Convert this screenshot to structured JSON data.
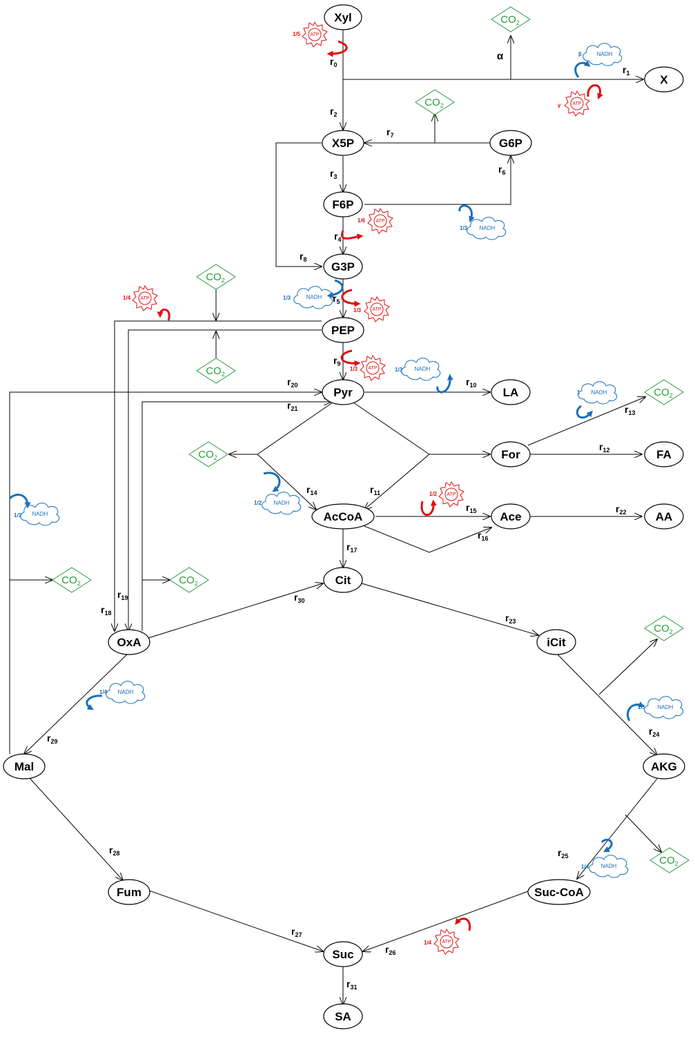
{
  "metabolites": {
    "xyl": "Xyl",
    "x": "X",
    "x5p": "X5P",
    "g6p": "G6P",
    "f6p": "F6P",
    "g3p": "G3P",
    "pep": "PEP",
    "pyr": "Pyr",
    "la": "LA",
    "for": "For",
    "fa": "FA",
    "accoa": "AcCoA",
    "ace": "Ace",
    "aa": "AA",
    "cit": "Cit",
    "icit": "iCit",
    "oxa": "OxA",
    "mal": "Mal",
    "akg": "AKG",
    "fum": "Fum",
    "succoa": "Suc-CoA",
    "suc": "Suc",
    "sa": "SA"
  },
  "co2": {
    "label": "CO",
    "sub": "2"
  },
  "reactions": {
    "r0": "0",
    "r1": "1",
    "r2": "2",
    "r3": "3",
    "r4": "4",
    "r5": "5",
    "r6": "6",
    "r7": "7",
    "r8": "8",
    "r9": "9",
    "r10": "10",
    "r11": "11",
    "r12": "12",
    "r13": "13",
    "r14": "14",
    "r15": "15",
    "r16": "16",
    "r17": "17",
    "r18": "18",
    "r19": "19",
    "r20": "20",
    "r21": "21",
    "r22": "22",
    "r23": "23",
    "r24": "24",
    "r25": "25",
    "r26": "26",
    "r27": "27",
    "r28": "28",
    "r29": "29",
    "r30": "30",
    "r31": "31",
    "prefix": "r"
  },
  "greek": {
    "alpha": "α",
    "beta": "β",
    "gamma": "γ"
  },
  "cofactors": {
    "atp": "ATP",
    "nadh": "NADH"
  },
  "fractions": {
    "atp_r0": "1/5",
    "atp_r4": "1/6",
    "atp_r5": "1/3",
    "atp_pep": "1/4",
    "atp_r9": "1/3",
    "atp_r15": "1/2",
    "atp_r26": "1/4",
    "nadh_r6": "1/3",
    "nadh_r5": "1/3",
    "nadh_r10": "1/3",
    "nadh_r13": "1",
    "nadh_r14": "1/2",
    "nadh_mal": "1/3",
    "nadh_r29": "1/4",
    "nadh_r24": "1/5",
    "nadh_r25": "1/4"
  },
  "colors": {
    "atp": "#e01010",
    "nadh": "#1a6fb8",
    "co2": "#2a9a3c",
    "line": "#000000"
  }
}
